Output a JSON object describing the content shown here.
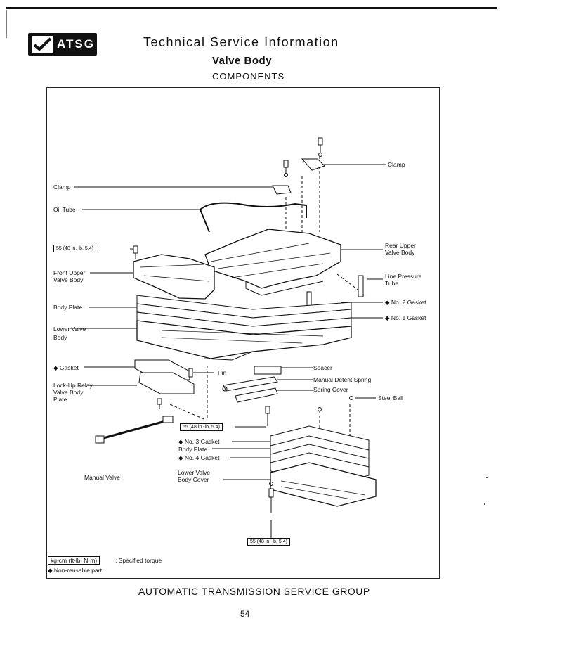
{
  "header": {
    "logo_text": "ATSG",
    "title": "Technical Service Information",
    "subtitle": "Valve Body",
    "section": "COMPONENTS"
  },
  "labels": {
    "clamp_top": "Clamp",
    "clamp_left": "Clamp",
    "oil_tube": "Oil Tube",
    "rear_upper_1": "Rear Upper",
    "rear_upper_2": "Valve Body",
    "front_upper_1": "Front Upper",
    "front_upper_2": "Valve Body",
    "line_pressure_1": "Line Pressure",
    "line_pressure_2": "Tube",
    "no2_gasket": "◆  No. 2 Gasket",
    "no1_gasket": "◆  No. 1 Gasket",
    "body_plate": "Body Plate",
    "lower_valve_1": "Lower Valve",
    "lower_valve_2": "Body",
    "gasket": "◆  Gasket",
    "pin": "Pin",
    "spacer": "Spacer",
    "manual_detent": "Manual Detent Spring",
    "spring_cover": "Spring Cover",
    "steel_ball": "Steel Ball",
    "lockup_1": "Lock-Up Relay",
    "lockup_2": "Valve Body",
    "lockup_3": "Plate",
    "no3_gasket": "◆  No. 3 Gasket",
    "body_plate_2": "Body Plate",
    "no4_gasket": "◆  No. 4 Gasket",
    "manual_valve": "Manual Valve",
    "lower_cover_1": "Lower Valve",
    "lower_cover_2": "Body Cover"
  },
  "torque_specs": {
    "spec_1": "55 (48 in.-lb, 5.4)",
    "spec_2": "55 (48 in.-lb, 5.4)",
    "spec_3": "55 (48 in.-lb, 5.4)"
  },
  "legend": {
    "torque_box": "kg-cm (ft-lb, N·m)",
    "torque_text": ": Specified torque",
    "non_reusable": "◆  Non-reusable part"
  },
  "footer": {
    "group": "AUTOMATIC TRANSMISSION SERVICE GROUP",
    "page": "54"
  }
}
